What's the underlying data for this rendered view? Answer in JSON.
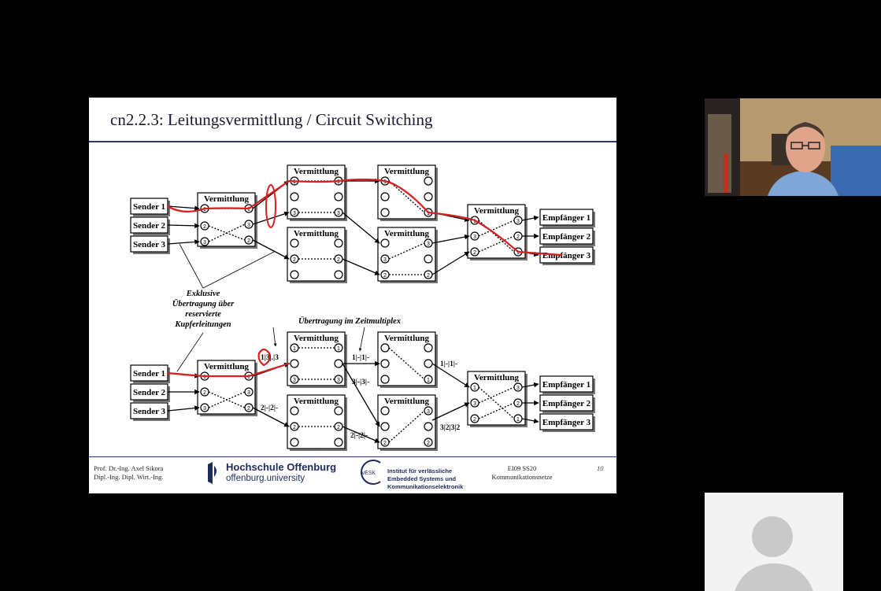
{
  "slide": {
    "title": "cn2.2.3: Leitungsvermittlung / Circuit Switching",
    "box_title": "Vermittlung",
    "senders": [
      "Sender 1",
      "Sender 2",
      "Sender 3"
    ],
    "receivers": [
      "Empfänger 1",
      "Empfänger 2",
      "Empfänger 3"
    ],
    "port_labels": [
      "1",
      "2",
      "3"
    ],
    "annotation_exclusive": [
      "Exklusive",
      "Übertragung über",
      "reservierte",
      "Kupferleitungen"
    ],
    "annotation_tdm": "Übertragung im Zeitmultiplex",
    "frame_labels": {
      "f1": "1|3|.|3",
      "f2": "2|-|2|-",
      "f3": "1|-|1|-",
      "f4": "3|-|3|-",
      "f5": "2|-|2|-",
      "f6": "1|-|1|-",
      "f7": "3|2|3|2"
    }
  },
  "footer": {
    "author_line1": "Prof. Dr.-Ing. Axel Sikora",
    "author_line2": "Dipl.-Ing. Dipl. Wirt.-Ing.",
    "university_name": "Hochschule Offenburg",
    "university_url": "offenburg.university",
    "institute_abbr": "ivESK",
    "institute_line1": "Institut für verlässliche",
    "institute_line2": "Embedded Systems und",
    "institute_line3": "Kommunikationselektronik",
    "course_line1": "EI09 SS20",
    "course_line2": "Kommunikationsnetze",
    "page_number": "10"
  },
  "colors": {
    "background": "#000000",
    "slide_background": "#ffffff",
    "title_rule": "#2b3a7a",
    "annotation_red": "#d81f1f"
  },
  "participants": {
    "presenter_video": "presenter-camera",
    "second_tile": "avatar-placeholder"
  }
}
